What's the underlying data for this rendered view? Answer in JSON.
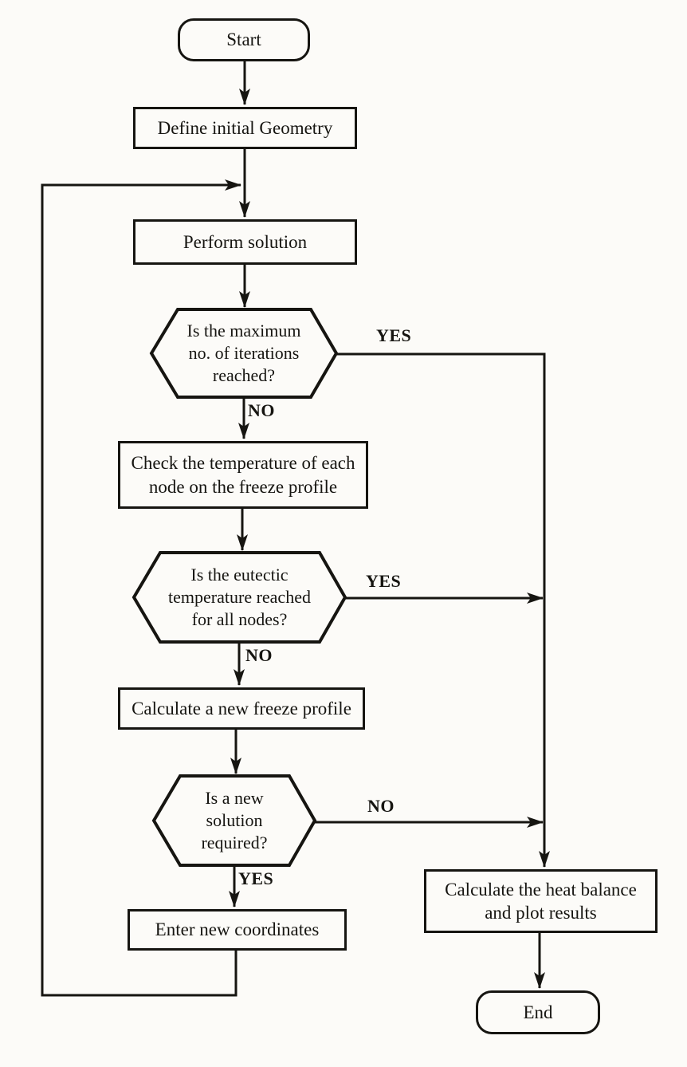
{
  "flowchart": {
    "ink_color": "#161511",
    "paper_color": "#fcfbf8",
    "nodes": {
      "start": {
        "type": "terminator",
        "label": "Start"
      },
      "define_geometry": {
        "type": "process",
        "label": "Define initial Geometry"
      },
      "perform_solution": {
        "type": "process",
        "label": "Perform solution"
      },
      "decision_max_iterations": {
        "type": "decision",
        "line1": "Is the maximum",
        "line2": "no. of iterations",
        "line3": "reached?"
      },
      "check_temperature": {
        "type": "process",
        "line1": "Check the temperature of each",
        "line2": "node on the freeze profile"
      },
      "decision_eutectic": {
        "type": "decision",
        "line1": "Is the eutectic",
        "line2": "temperature reached",
        "line3": "for all nodes?"
      },
      "calculate_freeze_profile": {
        "type": "process",
        "label": "Calculate a new freeze profile"
      },
      "decision_new_solution": {
        "type": "decision",
        "line1": "Is a new",
        "line2": "solution",
        "line3": "required?"
      },
      "enter_coordinates": {
        "type": "process",
        "label": "Enter new coordinates"
      },
      "calculate_heat_balance": {
        "type": "process",
        "line1": "Calculate the heat balance",
        "line2": "and plot results"
      },
      "end": {
        "type": "terminator",
        "label": "End"
      }
    },
    "edge_labels": {
      "max_iterations_yes": "YES",
      "max_iterations_no": "NO",
      "eutectic_yes": "YES",
      "eutectic_no": "NO",
      "new_solution_no": "NO",
      "new_solution_yes": "YES"
    }
  }
}
